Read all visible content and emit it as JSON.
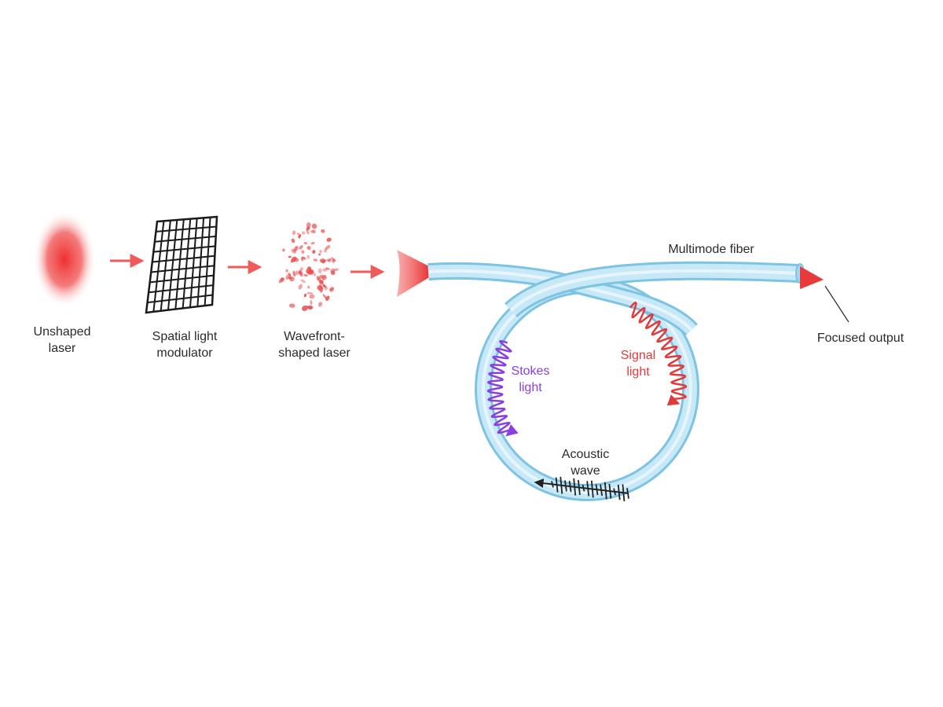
{
  "labels": {
    "unshaped_laser": [
      "Unshaped",
      "laser"
    ],
    "slm": [
      "Spatial light",
      "modulator"
    ],
    "wavefront": [
      "Wavefront-",
      "shaped laser"
    ],
    "fiber": "Multimode fiber",
    "focused_output": "Focused output",
    "stokes": [
      "Stokes",
      "light"
    ],
    "signal": [
      "Signal",
      "light"
    ],
    "acoustic": [
      "Acoustic",
      "wave"
    ]
  },
  "colors": {
    "laser_red": "#ee3a3a",
    "arrow": "#ef5b5b",
    "fiber_fill": "#bfe3f5",
    "fiber_edge": "#7cc3e4",
    "stokes": "#8a3fe0",
    "signal": "#e03a3a",
    "acoustic": "#222222",
    "grid": "#1a1a1a"
  }
}
